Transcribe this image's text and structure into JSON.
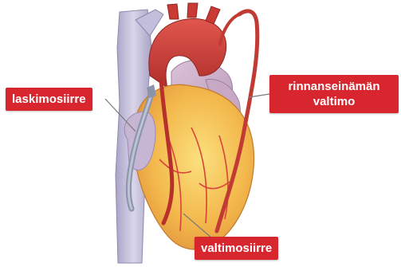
{
  "labels": {
    "vein_graft": "laskimosiirre",
    "internal_mammary_artery": "rinnanseinämän valtimo",
    "artery_graft": "valtimosiirre"
  },
  "colors": {
    "label_background": "#d8262f",
    "label_text": "#ffffff",
    "heart_muscle": "#f6c45a",
    "aorta": "#c93a35",
    "vein_graft": "#9aa4b8",
    "vena_cava": "#c8c4dc"
  }
}
